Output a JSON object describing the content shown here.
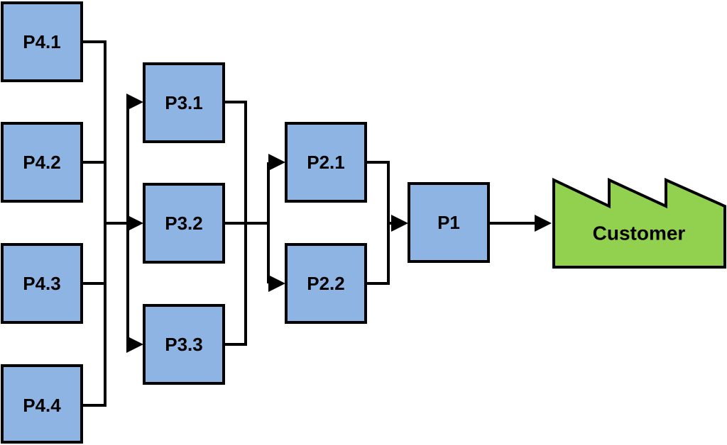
{
  "nodes": {
    "p4_1": "P4.1",
    "p4_2": "P4.2",
    "p4_3": "P4.3",
    "p4_4": "P4.4",
    "p3_1": "P3.1",
    "p3_2": "P3.2",
    "p3_3": "P3.3",
    "p2_1": "P2.1",
    "p2_2": "P2.2",
    "p1": "P1"
  },
  "customer": {
    "label": "Customer"
  },
  "colors": {
    "process_fill": "#8eb4e3",
    "customer_fill": "#92d050",
    "stroke": "#000000"
  },
  "icons": {
    "customer": "factory-icon"
  }
}
